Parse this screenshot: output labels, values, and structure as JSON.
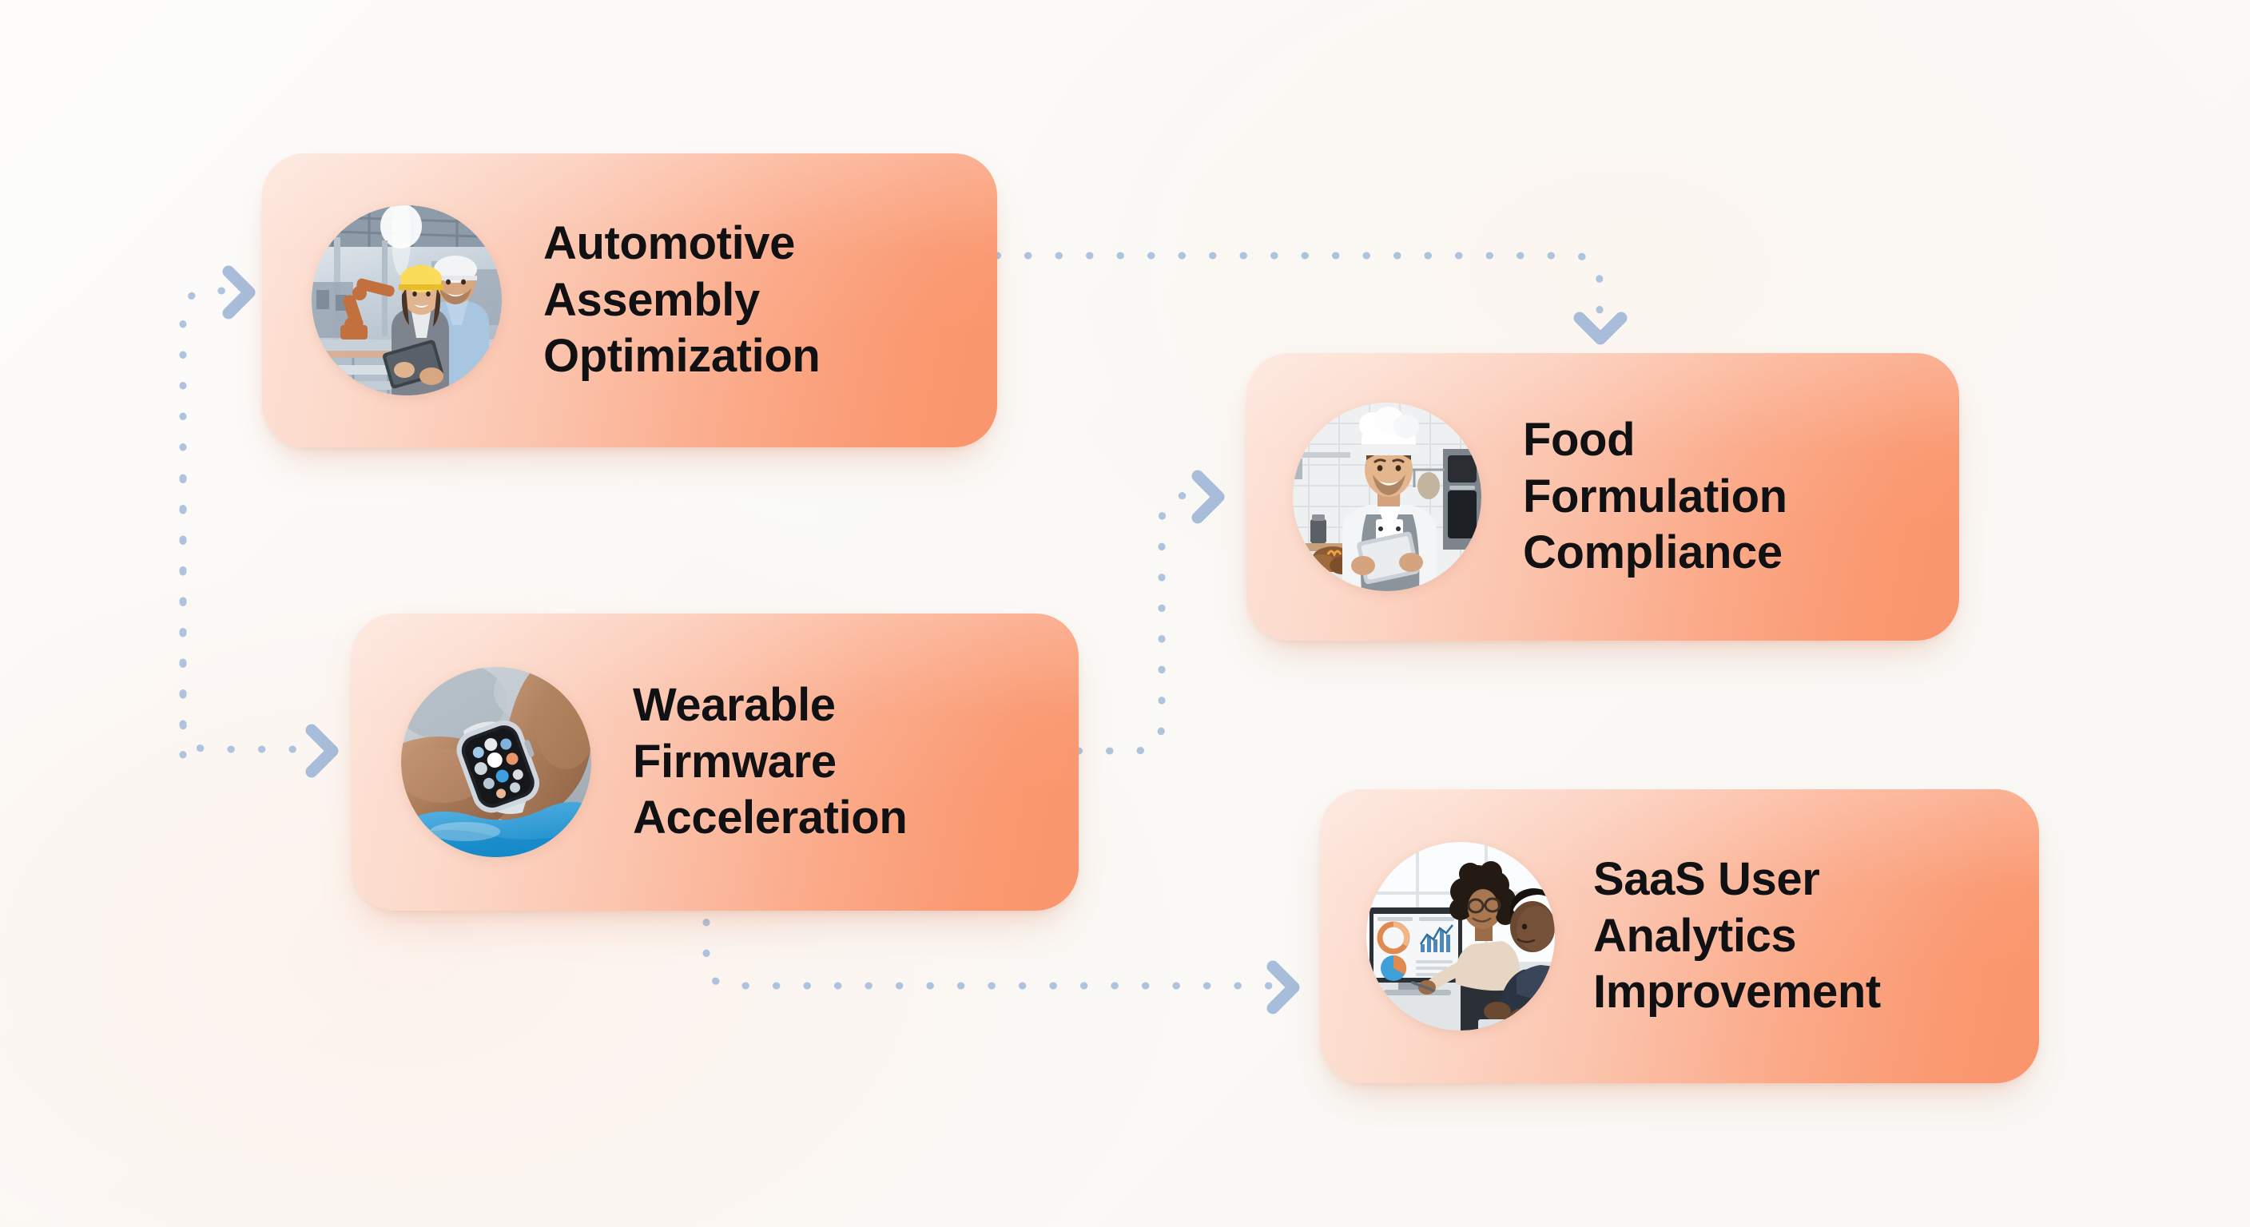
{
  "diagram": {
    "type": "process-flow",
    "background_color": "#fbfaf8",
    "card_gradient_start": "#fde3d8",
    "card_gradient_end": "#f9956c",
    "connector_color": "#aec3dd",
    "title_color": "#111113"
  },
  "cards": [
    {
      "id": "automotive",
      "title": "Automotive\nAssembly\nOptimization",
      "icon_name": "gear-arrow-up-icon",
      "image_name": "factory-workers-photo"
    },
    {
      "id": "wearable",
      "title": "Wearable\nFirmware\nAcceleration",
      "icon_name": "chip-bolt-icon",
      "image_name": "smartwatch-wrist-photo"
    },
    {
      "id": "food",
      "title": "Food\nFormulation\nCompliance",
      "icon_name": "clipboard-check-leaf-icon",
      "image_name": "chef-tablet-photo"
    },
    {
      "id": "saas",
      "title": "SaaS User\nAnalytics\nImprovement",
      "icon_name": "magnifier-bar-chart-icon",
      "image_name": "office-analytics-team-photo"
    }
  ],
  "connectors": [
    {
      "id": "entry-to-automotive",
      "name": "connector-entry-to-automotive",
      "arrow": "right"
    },
    {
      "id": "entry-to-wearable",
      "name": "connector-entry-to-wearable",
      "arrow": "right"
    },
    {
      "id": "automotive-to-food",
      "name": "connector-automotive-to-food",
      "arrow": "down"
    },
    {
      "id": "wearable-to-food",
      "name": "connector-wearable-to-food",
      "arrow": "right"
    },
    {
      "id": "wearable-to-saas",
      "name": "connector-wearable-to-saas",
      "arrow": "right"
    }
  ]
}
